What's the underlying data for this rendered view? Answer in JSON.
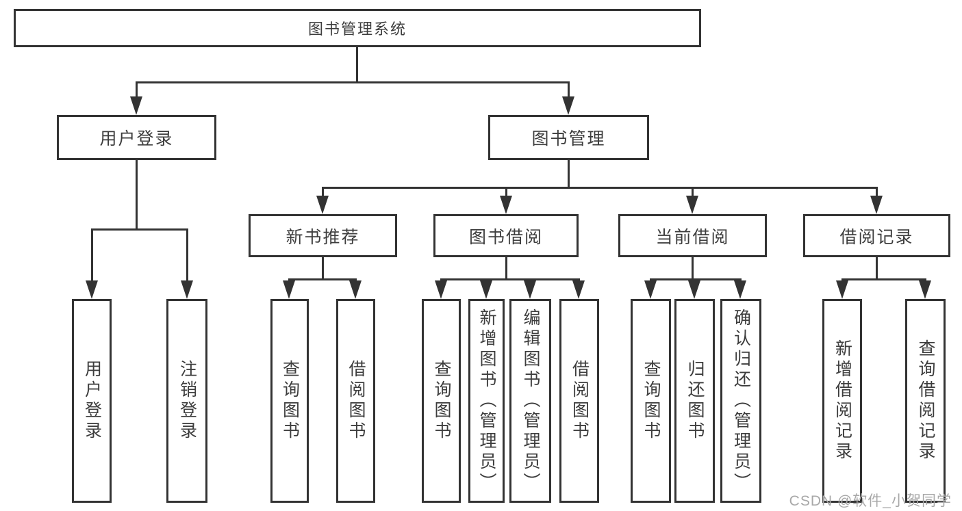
{
  "tree": {
    "label": "图书管理系统",
    "children": [
      {
        "label": "用户登录",
        "children": [
          {
            "label": "用户登录"
          },
          {
            "label": "注销登录"
          }
        ]
      },
      {
        "label": "图书管理",
        "children": [
          {
            "label": "新书推荐",
            "children": [
              {
                "label": "查询图书"
              },
              {
                "label": "借阅图书"
              }
            ]
          },
          {
            "label": "图书借阅",
            "children": [
              {
                "label": "查询图书"
              },
              {
                "label": "新增图书（管理员）"
              },
              {
                "label": "编辑图书（管理员）"
              },
              {
                "label": "借阅图书"
              }
            ]
          },
          {
            "label": "当前借阅",
            "children": [
              {
                "label": "查询图书"
              },
              {
                "label": "归还图书"
              },
              {
                "label": "确认归还（管理员）"
              }
            ]
          },
          {
            "label": "借阅记录",
            "children": [
              {
                "label": "新增借阅记录"
              },
              {
                "label": "查询借阅记录"
              }
            ]
          }
        ]
      }
    ]
  },
  "watermark": "CSDN @软件_小贺同学",
  "colors": {
    "line": "#333333",
    "text": "#3d3d3d",
    "watermark": "#a8a8a8",
    "background": "#ffffff"
  }
}
